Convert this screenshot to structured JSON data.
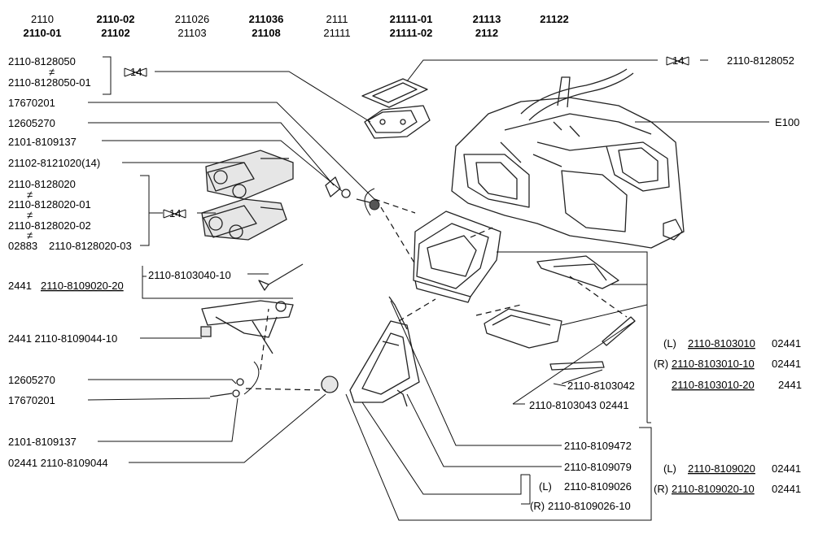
{
  "header": {
    "columns": [
      {
        "top": "2110",
        "bottom": "2110-01"
      },
      {
        "top": "2110-02",
        "bottom": "21102"
      },
      {
        "top": "211026",
        "bottom": "21103"
      },
      {
        "top": "211036",
        "bottom": "21108"
      },
      {
        "top": "2111",
        "bottom": "21111"
      },
      {
        "top": "21111-01",
        "bottom": "21111-02"
      },
      {
        "top": "21113",
        "bottom": "2112"
      },
      {
        "top": "21122",
        "bottom": ""
      }
    ]
  },
  "left_labels": {
    "l1": "2110-8128050",
    "l1_sep": "≠",
    "l2": "2110-8128050-01",
    "l3": "17670201",
    "l4": "12605270",
    "l5": "2101-8109137",
    "l6": "21102-8121020(14)",
    "l7": "2110-8128020",
    "l7_sep": "≠",
    "l8": "2110-8128020-01",
    "l8_sep": "≠",
    "l9": "2110-8128020-02",
    "l9_sep": "≠",
    "l10a": "02883",
    "l10b": "2110-8128020-03",
    "l11": "2110-8103040-10",
    "l12a": "2441",
    "l12b": "2110-8109020-20",
    "l13": "2441 2110-8109044-10",
    "l14": "12605270",
    "l15": "17670201",
    "l16": "2101-8109137",
    "l17": "02441 2110-8109044"
  },
  "right_labels": {
    "r1": "2110-8128052",
    "r2": "E100",
    "r3a": "(L)",
    "r3b": "2110-8103010",
    "r3c": "02441",
    "r4a": "(R)",
    "r4b": "2110-8103010-10",
    "r4c": "02441",
    "r5a": "2110-8103010-20",
    "r5b": "2441",
    "r6": "2110-8103042",
    "r7": "2110-8103043 02441",
    "r8": "2110-8109472",
    "r9": "2110-8109079",
    "r10a": "(L)",
    "r10b": "2110-8109026",
    "r11a": "(R)",
    "r11b": "2110-8109026-10",
    "r12a": "(L)",
    "r12b": "2110-8109020",
    "r12c": "02441",
    "r13a": "(R)",
    "r13b": "2110-8109020-10",
    "r13c": "02441"
  },
  "markers": {
    "m1": "14",
    "m2": "14",
    "m3": "14"
  }
}
